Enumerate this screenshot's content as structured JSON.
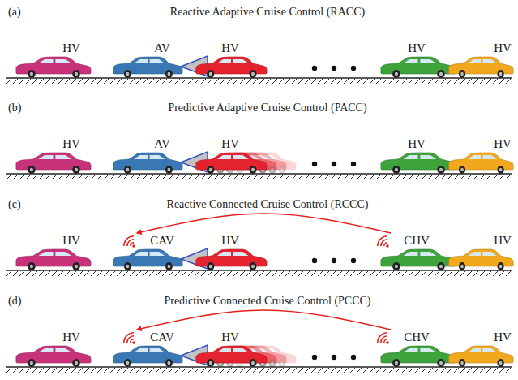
{
  "diagram": {
    "nodes": [
      {
        "text": [
          "HV"
        ]
      },
      {
        "text": [
          "AV"
        ]
      },
      {
        "text": [
          "HV"
        ]
      },
      {
        "text": [
          "HV"
        ]
      },
      {
        "text": [
          "HV"
        ]
      },
      {
        "text": [
          "HV"
        ]
      },
      {
        "text": [
          "AV"
        ]
      },
      {
        "text": [
          "HV"
        ]
      },
      {
        "text": [
          "HV"
        ]
      },
      {
        "text": [
          "HV"
        ]
      },
      {
        "text": [
          "HV"
        ]
      },
      {
        "text": [
          "CAV"
        ]
      },
      {
        "text": [
          "HV"
        ]
      },
      {
        "text": [
          "CHV"
        ]
      },
      {
        "text": [
          "HV"
        ]
      },
      {
        "text": [
          "HV"
        ]
      },
      {
        "text": [
          "CAV"
        ]
      },
      {
        "text": [
          "HV"
        ]
      },
      {
        "text": [
          "CHV"
        ]
      },
      {
        "text": [
          "HV"
        ]
      }
    ],
    "edges": [
      {
        "from": 13,
        "to": 11,
        "arrow": "to"
      },
      {
        "from": 18,
        "to": 16,
        "arrow": "to"
      }
    ],
    "labels": [
      "(a)",
      "Reactive Adaptive Cruise Control (RACC)",
      "(b)",
      "Predictive Adaptive Cruise Control (PACC)",
      "(c)",
      "Reactive Connected Cruise Control (RCCC)",
      "(d)",
      "Predictive Connected Cruise Control (PCCC)"
    ]
  }
}
